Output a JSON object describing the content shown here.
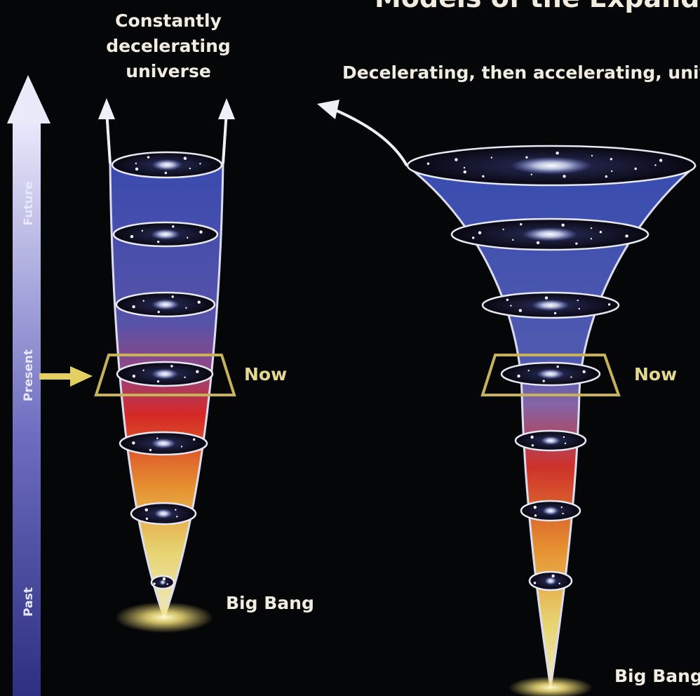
{
  "title": "Models of the Expanding Universe",
  "timeline": {
    "future": "Future",
    "present": "Present",
    "past": "Past"
  },
  "left_model": {
    "title_lines": [
      "Constantly",
      "decelerating",
      "universe"
    ],
    "now_label": "Now",
    "origin_label": "Big Bang"
  },
  "right_model": {
    "title": "Decelerating, then accelerating, universe",
    "now_label": "Now",
    "origin_label": "Big Bang"
  },
  "colors": {
    "background": "#050608",
    "future_blue": "#4b4fb4",
    "present_red": "#d8342c",
    "past_yellow": "#f2e27a",
    "now_frame": "#c7b15a",
    "label_text": "#f0ede0",
    "arrow_white": "#eef0f8"
  }
}
